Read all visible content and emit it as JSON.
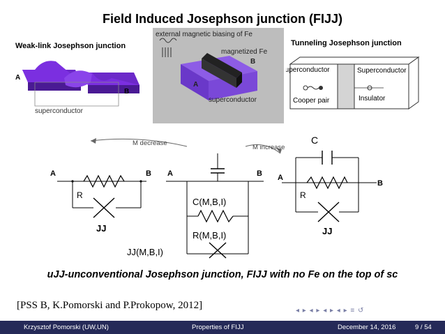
{
  "title": "Field Induced Josephson junction (FIJJ)",
  "panels": {
    "weak_link": {
      "title": "Weak-link Josephson junction",
      "label_a": "A",
      "label_b": "B",
      "caption": "superconductor"
    },
    "center": {
      "caption_top": "external magnetic biasing of Fe",
      "caption_fe": "magnetized Fe",
      "label_a": "A",
      "label_b": "B",
      "caption_sc": "superconductor"
    },
    "tunneling": {
      "title": "Tunneling Josephson junction",
      "sc_left": "Superconductor",
      "sc_right": "Superconductor",
      "cooper": "Cooper pair",
      "insulator": "Insulator"
    }
  },
  "circuits": {
    "m_decrease": "M decrease",
    "m_increase": "M increase",
    "left": {
      "a": "A",
      "b": "B",
      "r": "R",
      "jj": "JJ"
    },
    "center": {
      "a": "A",
      "b": "B",
      "c": "C(M,B,I)",
      "r": "R(M,B,I)",
      "jj": "JJ(M,B,I)"
    },
    "right": {
      "a": "A",
      "b": "B",
      "c": "C",
      "r": "R",
      "jj": "JJ"
    }
  },
  "conclusion": "uJJ-unconventional Josephson junction, FIJJ with no Fe on the top of sc",
  "citation": "[PSS B, K.Pomorski and P.Prokopow, 2012]",
  "footer": {
    "author": "Krzysztof Pomorski  (UW,UN)",
    "talk": "Properties of FIJJ",
    "date": "December 14, 2016",
    "page": "9 / 54"
  },
  "colors": {
    "superconductor_fill": "#7b2fe0",
    "footer_bg": "#252a58"
  }
}
